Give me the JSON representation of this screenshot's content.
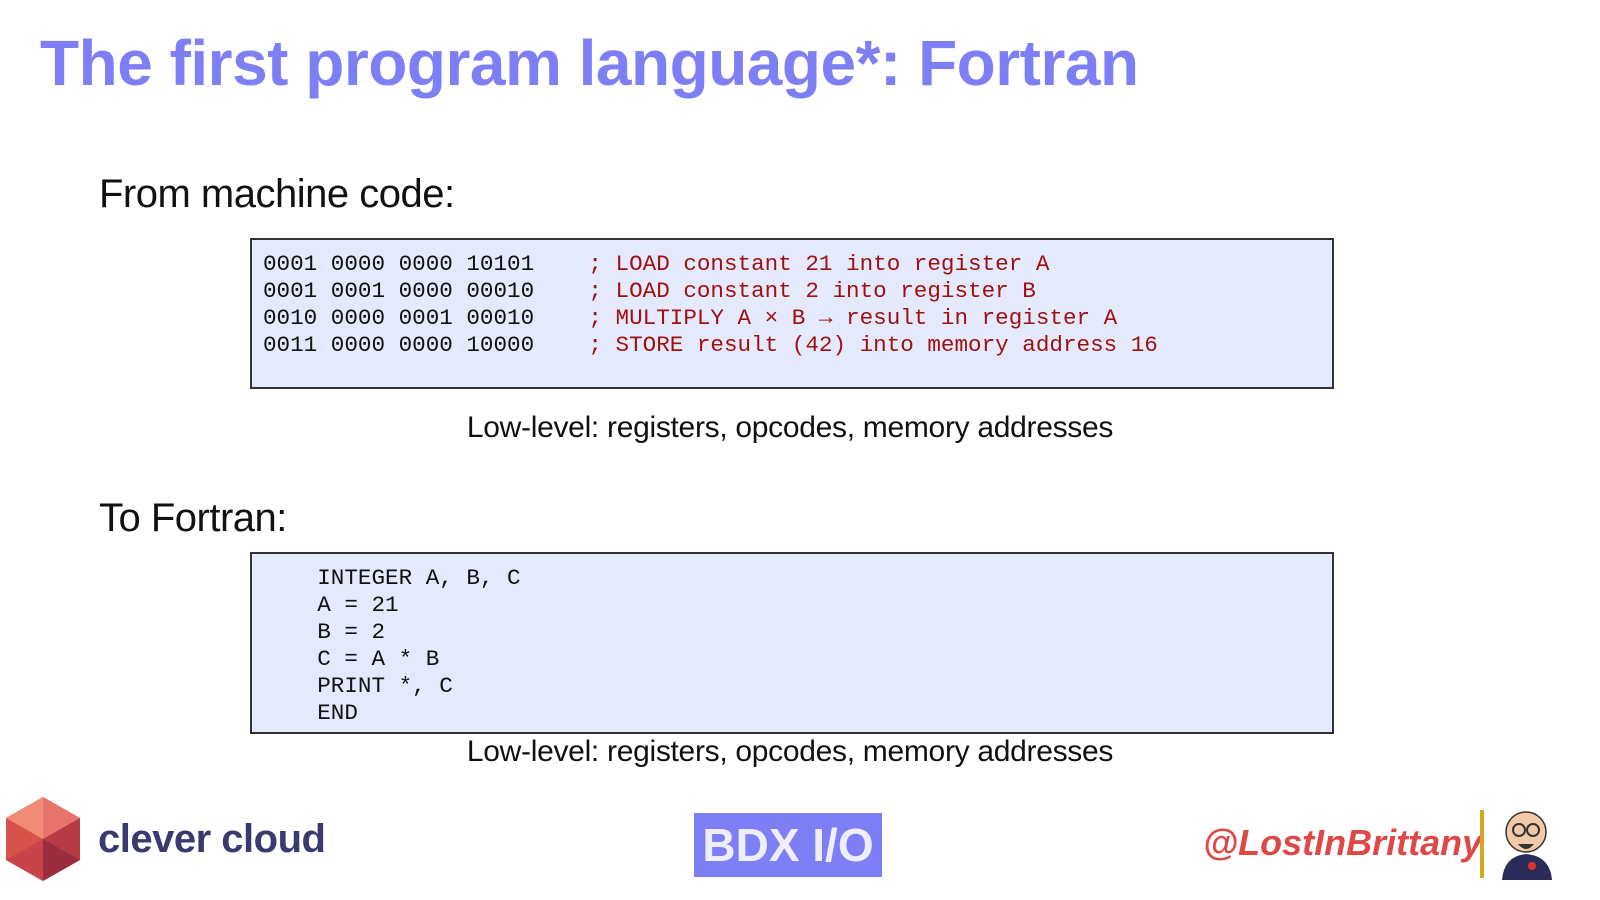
{
  "title": "The first program language*: Fortran",
  "section1": {
    "heading": "From machine code:",
    "code": [
      {
        "code": "0001 0000 0000 10101    ",
        "comment": "; LOAD constant 21 into register A"
      },
      {
        "code": "0001 0001 0000 00010    ",
        "comment": "; LOAD constant 2 into register B"
      },
      {
        "code": "0010 0000 0001 00010    ",
        "comment": "; MULTIPLY A × B → result in register A"
      },
      {
        "code": "0011 0000 0000 10000    ",
        "comment": "; STORE result (42) into memory address 16"
      }
    ],
    "caption": "Low-level: registers, opcodes, memory addresses"
  },
  "section2": {
    "heading": "To Fortran:",
    "code": [
      "    INTEGER A, B, C",
      "    A = 21",
      "    B = 2",
      "    C = A * B",
      "    PRINT *, C",
      "    END"
    ],
    "caption": "Low-level: registers, opcodes, memory addresses"
  },
  "footer": {
    "left_logo": "clever cloud",
    "center_logo": "BDX I/O",
    "right_handle": "@LostInBrittany"
  },
  "colors": {
    "title": "#7f7ff5",
    "comment": "#a01010",
    "code_bg": "#e4eafc"
  }
}
